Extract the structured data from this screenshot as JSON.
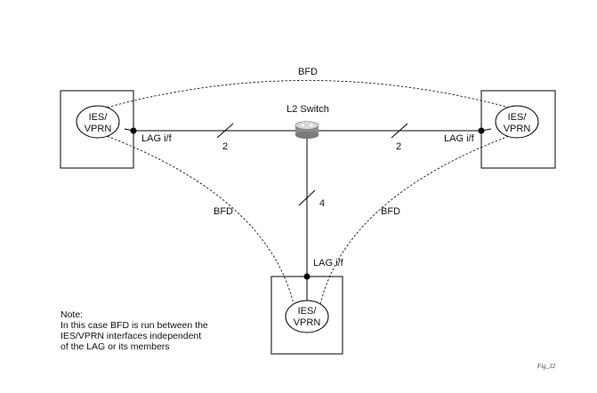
{
  "diagram": {
    "bfd_top": "BFD",
    "bfd_left": "BFD",
    "bfd_right": "BFD",
    "switch_label": "L2 Switch",
    "node_left": [
      "IES/",
      "VPRN"
    ],
    "node_right": [
      "IES/",
      "VPRN"
    ],
    "node_bottom": [
      "IES/",
      "VPRN"
    ],
    "lag_left": "LAG i/f",
    "lag_right": "LAG i/f",
    "lag_bottom": "LAG i/f",
    "count_left": "2",
    "count_right": "2",
    "count_vertical": "4"
  },
  "note": {
    "heading": "Note:",
    "lines": [
      "In this case BFD is run between the",
      "IES/VPRN interfaces independent",
      "of the LAG or its members"
    ]
  },
  "figure_id": "Fig_32"
}
